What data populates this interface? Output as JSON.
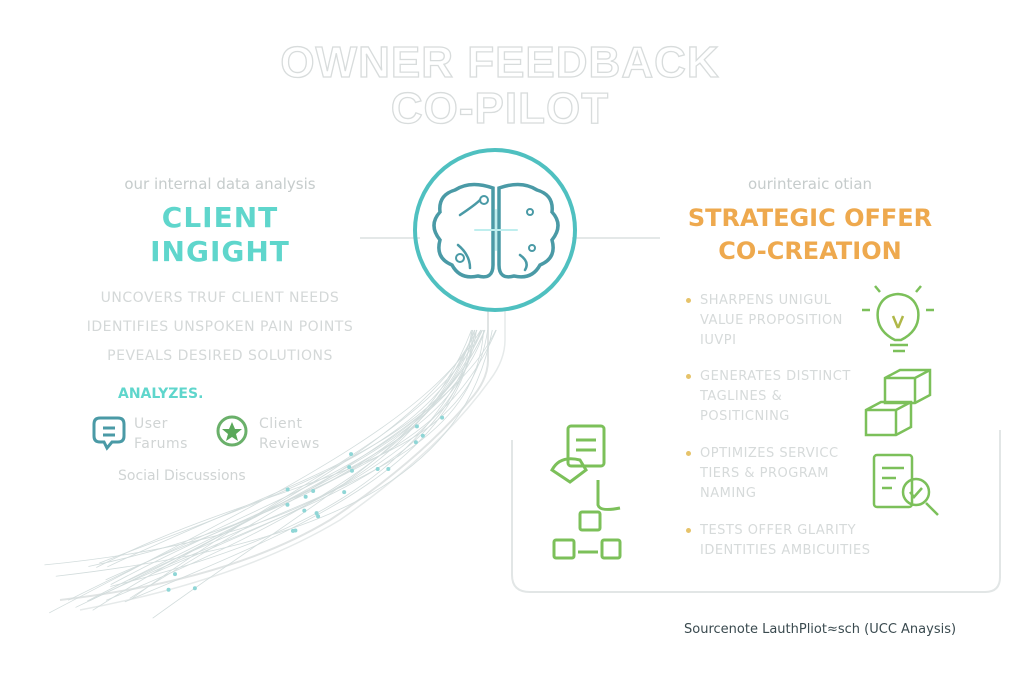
{
  "title": {
    "line1": "OWNER FEEDBACK",
    "line2": "CO-PILOT"
  },
  "left": {
    "subtitle": "our internal data analysis",
    "heading_line1": "CLIENT",
    "heading_line2": "INGIGHT",
    "capabilities": [
      "UNCOVERS TRUF CLIENT NEEDS",
      "IDENTIFIES UNSPOKEN PAIN POINTS",
      "PEVEALS DESIRED SOLUTIONS"
    ],
    "analyzes_label": "ANALYZES.",
    "sources": [
      {
        "label_line1": "User",
        "label_line2": "Farums",
        "icon": "chat-bubble-icon"
      },
      {
        "label_line1": "Client",
        "label_line2": "Reviews",
        "icon": "star-badge-icon"
      }
    ],
    "social": "Social Discussions"
  },
  "right": {
    "subtitle": "ourinteraic otian",
    "heading_line1": "STRATEGIC OFFER",
    "heading_line2": "CO-CREATION",
    "bullets": [
      [
        "SHARPENS UNIGUL",
        "VALUE PROPOSITION",
        "IUVPI"
      ],
      [
        "GENERATES DISTINCT",
        "TAGLINES &",
        "POSITICNING"
      ],
      [
        "OPTIMIZES SERVICC",
        "TIERS & PROGRAM",
        "NAMING"
      ],
      [
        "TESTS OFFER GLARITY",
        "IDENTITIES AMBICUITIES"
      ]
    ]
  },
  "source_note": "Sourcenote LauthPliot≈sch (UCC Anaysis)",
  "colors": {
    "teal": "#5fd6cc",
    "orange": "#eea94e",
    "green": "#7cc05a",
    "gray_text": "#d4d8d8"
  }
}
